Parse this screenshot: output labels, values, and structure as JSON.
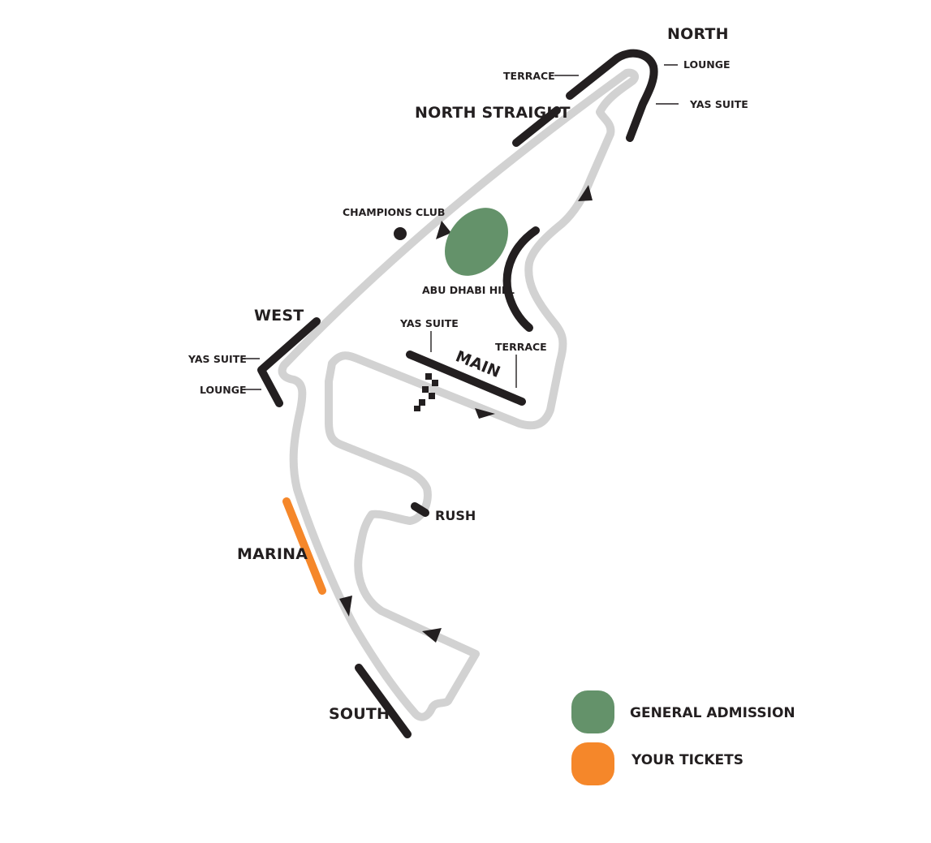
{
  "colors": {
    "track": "#d2d2d2",
    "grandstand": "#231f20",
    "general_admission": "#64926a",
    "your_tickets": "#f5872a",
    "text": "#231f20"
  },
  "grandstands": {
    "north": "NORTH",
    "north_lounge": "LOUNGE",
    "north_yas_suite": "YAS SUITE",
    "north_terrace": "TERRACE",
    "north_straight": "NORTH STRAIGHT",
    "champions_club": "CHAMPIONS CLUB",
    "abu_dhabi_hill": "ABU DHABI HILL",
    "west": "WEST",
    "west_yas_suite": "YAS SUITE",
    "west_lounge": "LOUNGE",
    "main_yas_suite": "YAS SUITE",
    "main": "MAIN",
    "main_terrace": "TERRACE",
    "rush": "RUSH",
    "marina": "MARINA",
    "south": "SOUTH"
  },
  "legend": {
    "general_admission": "GENERAL ADMISSION",
    "your_tickets": "YOUR TICKETS"
  }
}
